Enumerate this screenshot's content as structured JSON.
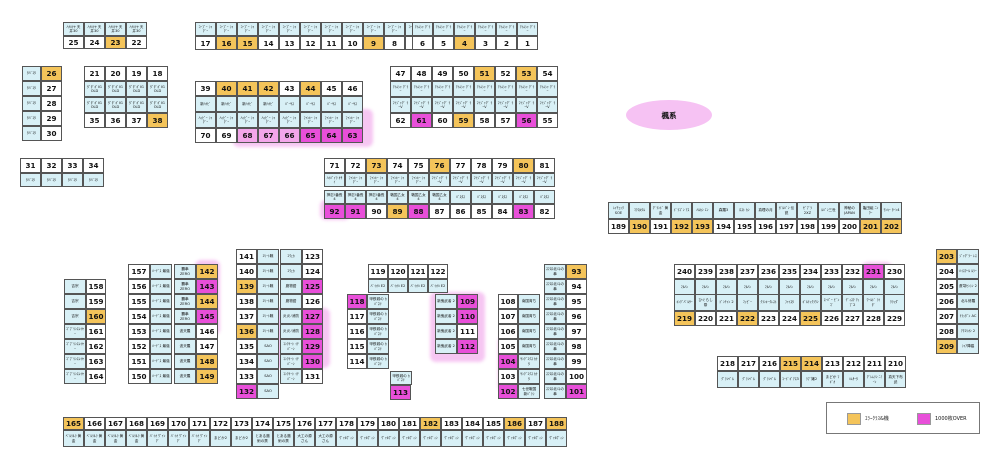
{
  "floor_label": "楓系",
  "colors": {
    "label_bg": "#d8f0f6",
    "yellow": "#f4c45a",
    "magenta": "#e84fd9",
    "light_magenta": "#f3a6ea"
  },
  "legend": [
    {
      "color": "yellow",
      "text": "ｴﾗｰｸﾗｽ&機"
    },
    {
      "color": "magenta",
      "text": "1000枚OVER"
    }
  ],
  "cells": {
    "25": {
      "l": "ﾊﾅﾊﾅﾔ 天井30"
    },
    "24": {
      "l": "ﾊﾅﾊﾅﾔ 天井30"
    },
    "23": {
      "l": "ﾊﾅﾊﾅﾔ 天井30",
      "c": "y"
    },
    "22": {
      "l": "ﾊﾅﾊﾅﾔ 天井30"
    },
    "17": {
      "l": "ｺｰﾌﾞｰ ｼｬｸﾞｰ"
    },
    "16": {
      "l": "ｺｰﾌﾞｰ ｼｬｸﾞｰ",
      "c": "y"
    },
    "15": {
      "l": "ｺｰﾌﾞｰ ｼｬｸﾞｰ",
      "c": "y"
    },
    "14": {
      "l": "ｺｰﾌﾞｰ ｼｬｸﾞｰ"
    },
    "13": {
      "l": "ｺｰﾌﾞｰ ｼｬｸﾞｰ"
    },
    "12": {
      "l": "ｺｰﾌﾞｰ ｼｬｸﾞｰ"
    },
    "11": {
      "l": "ｺｰﾌﾞｰ ｼｬｸﾞｰ"
    },
    "10": {
      "l": "ｺｰﾌﾞｰ ｼｬｸﾞｰ"
    },
    "9": {
      "l": "ｺｰﾌﾞｰ ｼｬｸﾞｰ",
      "c": "y"
    },
    "8": {
      "l": "ｺｰﾌﾞｰ ｼｬｸﾞｰ"
    },
    "7": {
      "l": "ｺｰﾌﾞｰ ｼｬｸﾞｰ"
    },
    "6": {
      "l": "ｱｲﾑｼｬ ｸﾞﾗｰ"
    },
    "5": {
      "l": "ｱｲﾑｼｬ ｸﾞﾗｰ"
    },
    "4": {
      "l": "ｱｲﾑｼｬ ｸﾞﾗｰ",
      "c": "y"
    },
    "3": {
      "l": "ｱｲﾑｼｬ ｸﾞﾗｰ"
    },
    "2": {
      "l": "ｱｲﾑｼｬ ｸﾞﾗｰ"
    },
    "1": {
      "l": "ｱｲﾑｼｬ ｸﾞﾗｰ"
    },
    "26": {
      "l": "ﾀﾊﾞｺﾀ",
      "c": "y"
    },
    "27": {
      "l": "ﾀﾊﾞｺﾀ"
    },
    "28": {
      "l": "ﾀﾊﾞｺﾀ"
    },
    "29": {
      "l": "ﾀﾊﾞｺﾀ"
    },
    "30": {
      "l": "ﾀﾊﾞｺﾀ"
    },
    "21": {
      "l": "ﾀﾞﾀﾞﾎﾞIG OLD"
    },
    "20": {
      "l": "ﾀﾞﾀﾞﾎﾞIG OLD"
    },
    "19": {
      "l": "ﾀﾞﾀﾞﾎﾞIG OLD"
    },
    "18": {
      "l": "ﾀﾞﾀﾞﾎﾞIG OLD"
    },
    "35": {
      "l": "ﾀﾞﾀﾞﾎﾞIG OLD"
    },
    "36": {
      "l": "ﾀﾞﾀﾞﾎﾞIG OLD"
    },
    "37": {
      "l": "ﾀﾞﾀﾞﾎﾞIG OLD"
    },
    "38": {
      "l": "ﾀﾞﾀﾞﾎﾞIG OLD",
      "c": "y"
    },
    "39": {
      "l": "新ﾊﾅﾋﾞ"
    },
    "40": {
      "l": "新ﾊﾅﾋﾞ",
      "c": "y"
    },
    "41": {
      "l": "新ﾊﾅﾋﾞ",
      "c": "y"
    },
    "42": {
      "l": "新ﾊﾅﾋﾞ",
      "c": "y"
    },
    "43": {
      "l": "ﾊﾞｰｻｽ"
    },
    "44": {
      "l": "ﾊﾞｰｻｽ",
      "c": "y"
    },
    "45": {
      "l": "ﾊﾞｰｻｽ"
    },
    "46": {
      "l": "ﾊﾞｰｻｽ"
    },
    "70": {
      "l": "ﾊｯﾋﾟｰ ｼｬｸﾞｰ"
    },
    "69": {
      "l": "ﾊｯﾋﾟｰ ｼｬｸﾞｰ"
    },
    "68": {
      "l": "ﾊｯﾋﾟｰ ｼｬｸﾞｰ",
      "c": "lp"
    },
    "67": {
      "l": "ﾊｯﾋﾟｰ ｼｬｸﾞｰ",
      "c": "lp"
    },
    "66": {
      "l": "ﾊｯﾋﾟｰ ｼｬｸﾞｰ",
      "c": "lp"
    },
    "65": {
      "l": "ﾌｧﾝｷｰ ｼｬｸﾞｰ",
      "c": "p"
    },
    "64": {
      "l": "ﾌｧﾝｷｰ ｼｬｸﾞｰ",
      "c": "p"
    },
    "63": {
      "l": "ﾌｧﾝｷｰ ｼｬｸﾞｰ",
      "c": "p"
    },
    "47": {
      "l": "ｱｲﾑｼｬ ｸﾞﾗｰ"
    },
    "48": {
      "l": "ｱｲﾑｼｬ ｸﾞﾗｰ"
    },
    "49": {
      "l": "ｱｲﾑｼｬ ｸﾞﾗｰ"
    },
    "50": {
      "l": "ｱｲﾑｼｬ ｸﾞﾗｰ"
    },
    "51": {
      "l": "ｱｲﾑｼｬ ｸﾞﾗｰ",
      "c": "y"
    },
    "52": {
      "l": "ｱｲﾑｼｬ ｸﾞﾗｰ"
    },
    "53": {
      "l": "ｱｲﾑｼｬ ｸﾞﾗｰ",
      "c": "y"
    },
    "54": {
      "l": "ｱｲﾑｼｬ ｸﾞﾗｰ"
    },
    "62": {
      "l": "ﾏｲｼﾞｬｸﾞ ﾗｰV"
    },
    "61": {
      "l": "ﾏｲｼﾞｬｸﾞ ﾗｰV",
      "c": "p"
    },
    "60": {
      "l": "ﾏｲｼﾞｬｸﾞ ﾗｰV"
    },
    "59": {
      "l": "ﾏｲｼﾞｬｸﾞ ﾗｰV",
      "c": "y"
    },
    "58": {
      "l": "ﾏｲｼﾞｬｸﾞ ﾗｰV"
    },
    "57": {
      "l": "ﾏｲｼﾞｬｸﾞ ﾗｰV"
    },
    "56": {
      "l": "ﾏｲｼﾞｬｸﾞ ﾗｰV",
      "c": "p"
    },
    "55": {
      "l": "ﾏｲｼﾞｬｸﾞ ﾗｰV"
    },
    "31": {
      "l": "ﾀﾊﾞｺﾀ"
    },
    "32": {
      "l": "ﾀﾊﾞｺﾀ"
    },
    "33": {
      "l": "ﾀﾊﾞｺﾀ"
    },
    "34": {
      "l": "ﾀﾊﾞｺﾀ"
    },
    "71": {
      "l": "ﾊｲﾊﾟｲﾗ ｵｻｲ"
    },
    "72": {
      "l": "ﾌｧﾝｷｰ ｼｬｸﾞｰ"
    },
    "73": {
      "l": "ﾌｧﾝｷｰ ｼｬｸﾞｰ",
      "c": "y"
    },
    "74": {
      "l": "ﾌｧﾝｷｰ ｼｬｸﾞｰ"
    },
    "75": {
      "l": "ﾌｧﾝｷｰ ｼｬｸﾞｰ"
    },
    "76": {
      "l": "ﾏｲｼﾞｬｸﾞ ﾗｰV",
      "c": "y"
    },
    "77": {
      "l": "ﾏｲｼﾞｬｸﾞ ﾗｰV"
    },
    "78": {
      "l": "ﾏｲｼﾞｬｸﾞ ﾗｰV"
    },
    "79": {
      "l": "ﾏｲｼﾞｬｸﾞ ﾗｰV"
    },
    "80": {
      "l": "ﾏｲｼﾞｬｸﾞ ﾗｰV",
      "c": "y"
    },
    "81": {
      "l": "ﾏｲｼﾞｬｸﾞ ﾗｰV"
    },
    "92": {
      "l": "押忍!番長 4",
      "c": "p"
    },
    "91": {
      "l": "押忍!番長 4",
      "c": "p"
    },
    "90": {
      "l": "押忍!番長 4"
    },
    "89": {
      "l": "戦国乙女 4",
      "c": "y"
    },
    "88": {
      "l": "戦国乙女 4",
      "c": "p"
    },
    "87": {
      "l": "戦国乙女 4"
    },
    "86": {
      "l": "ﾊﾞｽﾀｽ"
    },
    "85": {
      "l": "ﾊﾞｽﾀｽ"
    },
    "84": {
      "l": "ﾊﾞｽﾀｽ"
    },
    "83": {
      "l": "ﾊﾞｽﾀｽ",
      "c": "p"
    },
    "82": {
      "l": "ﾊﾞｽﾀｽ"
    },
    "189": {
      "l": "ﾚｲﾁｪｯｸ SOE"
    },
    "190": {
      "l": "ﾏｸﾛﾒﾀﾙ",
      "c": "y"
    },
    "191": {
      "l": "ｸﾞﾗﾝﾄﾞ 黄金"
    },
    "192": {
      "l": "ﾄﾞﾗｺﾞﾝ ｱｽ",
      "c": "y"
    },
    "193": {
      "l": "ﾊﾙｶﾝ ｴﾝ",
      "c": "y"
    },
    "194": {
      "l": "森羅3"
    },
    "195": {
      "l": "ﾛｽﾄ ｶﾝ"
    },
    "196": {
      "l": "真理の月"
    },
    "197": {
      "l": "ｶﾞﾙﾊﾟﾝ 伝説"
    },
    "198": {
      "l": "ｾﾞﾌﾞﾗ 2XZ"
    },
    "199": {
      "l": "ﾙﾊﾟﾝ三世"
    },
    "200": {
      "l": "神秘の JAPAN"
    },
    "201": {
      "l": "亀田組 ﾆﾝﾜｰ",
      "c": "y"
    },
    "202": {
      "l": "ﾓﾝｷｰ ﾀｰﾝ4",
      "c": "y"
    },
    "158": {
      "l": "吉宗"
    },
    "159": {
      "l": "吉宗"
    },
    "160": {
      "l": "吉宗",
      "c": "y"
    },
    "161": {
      "l": "ｺﾞﾌﾞﾘﾝｽﾚｲﾔｰ"
    },
    "162": {
      "l": "ｺﾞﾌﾞﾘﾝｽﾚｲﾔｰ"
    },
    "163": {
      "l": "ｺﾞﾌﾞﾘﾝｽﾚｲﾔｰ"
    },
    "164": {
      "l": "ｺﾞﾌﾞﾘﾝｽﾚｲﾔｰ"
    },
    "157": {
      "l": "ﾊｰﾃﾞｽ 最強"
    },
    "156": {
      "l": "ﾊｰﾃﾞｽ 最強"
    },
    "155": {
      "l": "ﾊｰﾃﾞｽ 最強"
    },
    "154": {
      "l": "ﾊｰﾃﾞｽ 最強"
    },
    "153": {
      "l": "ﾊｰﾃﾞｽ 最強"
    },
    "152": {
      "l": "ﾊｰﾃﾞｽ 最強"
    },
    "151": {
      "l": "ﾊｰﾃﾞｽ 最強"
    },
    "150": {
      "l": "ﾊｰﾃﾞｽ 最強"
    },
    "142": {
      "l": "覇拳 ZERO",
      "c": "y"
    },
    "143": {
      "l": "覇拳 ZERO",
      "c": "p"
    },
    "144": {
      "l": "覇拳 ZERO",
      "c": "y"
    },
    "145": {
      "l": "覇拳 ZERO",
      "c": "p"
    },
    "146": {
      "l": "波天羅"
    },
    "147": {
      "l": "波天羅"
    },
    "148": {
      "l": "波天羅",
      "c": "y"
    },
    "149": {
      "l": "波天羅",
      "c": "y"
    },
    "141": {
      "l": "ｴﾘｰﾄ戦"
    },
    "140": {
      "l": "ｴﾘｰﾄ戦"
    },
    "139": {
      "l": "ｴﾘｰﾄ戦",
      "c": "y"
    },
    "138": {
      "l": "ｴﾘｰﾄ戦"
    },
    "137": {
      "l": "ｴﾘｰﾄ戦"
    },
    "136": {
      "l": "ｴﾘｰﾄ戦",
      "c": "y"
    },
    "135": {
      "l": "SAO"
    },
    "134": {
      "l": "SAO"
    },
    "133": {
      "l": "SAO"
    },
    "132": {
      "l": "SAO",
      "c": "p"
    },
    "123": {
      "l": "ｴｳｪｶ"
    },
    "124": {
      "l": "ｴｳｪｶ"
    },
    "125": {
      "l": "魔物語",
      "c": "p"
    },
    "126": {
      "l": "魔物語"
    },
    "127": {
      "l": "炎炎ﾉ消防",
      "c": "p"
    },
    "128": {
      "l": "炎炎ﾉ消防",
      "c": "p"
    },
    "129": {
      "l": "ｺﾝｸﾘｰﾄ ｲﾁﾊﾞｰﾝ",
      "c": "p"
    },
    "130": {
      "l": "ｺﾝｸﾘｰﾄ ｲﾁﾊﾞｰﾝ",
      "c": "p"
    },
    "131": {
      "l": "ｺﾝｸﾘｰﾄ ｲﾁﾊﾞｰﾝ"
    },
    "119": {
      "l": "ﾊﾞｲｵﾊ E2"
    },
    "120": {
      "l": "ﾊﾞｲｵﾊ E2"
    },
    "121": {
      "l": "ﾊﾞｲｵﾊ E2"
    },
    "122": {
      "l": "ﾊﾞｲｵﾊ E2"
    },
    "118": {
      "l": "甲鉄城の ｶﾊﾞﾈﾘ",
      "c": "p"
    },
    "117": {
      "l": "甲鉄城の ｶﾊﾞﾈﾘ"
    },
    "116": {
      "l": "甲鉄城の ｶﾊﾞﾈﾘ"
    },
    "115": {
      "l": "甲鉄城の ｶﾊﾞﾈﾘ"
    },
    "114": {
      "l": "甲鉄城の ｶﾊﾞﾈﾘ"
    },
    "113": {
      "l": "甲鉄城の ｶﾊﾞﾈﾘ",
      "c": "p"
    },
    "109": {
      "l": "新鬼武者 2",
      "c": "p"
    },
    "110": {
      "l": "新鬼武者 2",
      "c": "p"
    },
    "111": {
      "l": "新鬼武者 2"
    },
    "112": {
      "l": "新鬼武者 2",
      "c": "p"
    },
    "108": {
      "l": "南国育ち"
    },
    "107": {
      "l": "南国育ち"
    },
    "106": {
      "l": "南国育ち"
    },
    "105": {
      "l": "南国育ち"
    },
    "104": {
      "l": "ｻﾝｸﾞｴｸｽ ｶﾅﾀ",
      "c": "p"
    },
    "103": {
      "l": "ｻﾝｸﾞｴｸｽ ｶﾅﾀ"
    },
    "102": {
      "l": "七世戦国 新ﾊﾞﾗｼ",
      "c": "p"
    },
    "93": {
      "l": "ｽﾏｽﾛ北斗の拳",
      "c": "y"
    },
    "94": {
      "l": "ｽﾏｽﾛ北斗の拳"
    },
    "95": {
      "l": "ｽﾏｽﾛ北斗の拳"
    },
    "96": {
      "l": "ｽﾏｽﾛ北斗の拳"
    },
    "97": {
      "l": "ｽﾏｽﾛ北斗の拳"
    },
    "98": {
      "l": "ｽﾏｽﾛ北斗の拳"
    },
    "99": {
      "l": "ｽﾏｽﾛ北斗の拳"
    },
    "100": {
      "l": "ｽﾏｽﾛ北斗の拳"
    },
    "101": {
      "l": "ｽﾏｽﾛ北斗の拳",
      "c": "p"
    },
    "240": {
      "l": "ﾏﾙﾊﾝ"
    },
    "239": {
      "l": "ﾏﾙﾊﾝ"
    },
    "238": {
      "l": "ﾏﾙﾊﾝ"
    },
    "237": {
      "l": "ﾏﾙﾊﾝ"
    },
    "236": {
      "l": "ﾏﾙﾊﾝ"
    },
    "235": {
      "l": "ﾏﾙﾊﾝ"
    },
    "234": {
      "l": "ﾏﾙﾊﾝ"
    },
    "233": {
      "l": "ﾏﾙﾊﾝ"
    },
    "232": {
      "l": "ﾏﾙﾊﾝ"
    },
    "231": {
      "l": "ﾏﾙﾊﾝ",
      "c": "p"
    },
    "230": {
      "l": "ﾏﾙﾊﾝ"
    },
    "219": {
      "l": "ｷﾝｸﾞﾊﾟﾙｻｰ",
      "c": "y"
    },
    "220": {
      "l": "ひぐらし祭"
    },
    "221": {
      "l": "ﾄﾞﾝﾁｬﾝ 2"
    },
    "222": {
      "l": "ﾏｯﾋﾟｰ",
      "c": "y"
    },
    "223": {
      "l": "ｸﾗﾝｷｰｸﾚｽﾄ"
    },
    "224": {
      "l": "ﾌｧｲｽﾀ"
    },
    "225": {
      "l": "ｷﾞﾙﾃｨｸﾗｳﾝ",
      "c": "y"
    },
    "226": {
      "l": "ｽｰﾊﾟｰ ﾋﾞﾝｺﾞ"
    },
    "227": {
      "l": "ﾃﾞｨｽｸ ｱｯﾌﾟ2"
    },
    "228": {
      "l": "ﾜｰﾙﾄﾞ ﾗｲﾀﾞ"
    },
    "229": {
      "l": "ｸﾗｯﾀﾞ"
    },
    "218": {
      "l": "ｸﾞﾗﾝﾍﾞﾙ"
    },
    "217": {
      "l": "ｸﾞﾗﾝﾍﾞﾙ"
    },
    "216": {
      "l": "ｸﾞﾗﾝﾍﾞﾙ"
    },
    "215": {
      "l": "ｺｰﾄﾞｷﾞｱｽ3",
      "c": "y"
    },
    "214": {
      "l": "ﾗﾌﾞ嬢2",
      "c": "y"
    },
    "213": {
      "l": "まどか ﾏｷﾞｶ"
    },
    "212": {
      "l": "ﾊﾑｻｰﾀ"
    },
    "211": {
      "l": "ｸﾞﾚﾑﾘﾝ ﾆﾐｰﾝ"
    },
    "210": {
      "l": "真天下布武"
    },
    "203": {
      "l": "ｼﾞｬｸﾞﾗｰ ﾚｽ",
      "c": "y"
    },
    "204": {
      "l": "ﾊｲｽｸｰﾙ ﾙﾗｰ"
    },
    "205": {
      "l": "蒼穹ｾﾝｼﾝ 2"
    },
    "206": {
      "l": "北斗修羅"
    },
    "207": {
      "l": "ﾘﾗｯﾀﾞﾝ AC"
    },
    "208": {
      "l": "ｱｸｴﾘｵﾝ 2"
    },
    "209": {
      "l": "ｼｬｱ降臨",
      "c": "y"
    },
    "165": {
      "l": "ﾍﾞﾙﾘﾙﾗ 黄金",
      "c": "y"
    },
    "166": {
      "l": "ﾍﾞﾙﾘﾙﾗ 黄金"
    },
    "167": {
      "l": "ﾍﾞﾙﾘﾙﾗ 黄金"
    },
    "168": {
      "l": "ﾍﾞﾙﾘﾙﾗ 黄金"
    },
    "169": {
      "l": "ﾊﾞｲｵ ｳﾞｧﾝｸﾞ"
    },
    "170": {
      "l": "ﾊﾞｲｵ ｳﾞｧﾝｸﾞ"
    },
    "171": {
      "l": "ﾊﾞｲｵ ｳﾞｧﾝｸﾞ"
    },
    "172": {
      "l": "まどか2"
    },
    "173": {
      "l": "まどか2"
    },
    "174": {
      "l": "とある魔術の禁"
    },
    "175": {
      "l": "とある魔術の禁"
    },
    "176": {
      "l": "大工の源さん"
    },
    "177": {
      "l": "大工の源さん"
    },
    "178": {
      "l": "ｳﾞｧﾙｳﾞｨﾝ"
    },
    "179": {
      "l": "ｳﾞｧﾙｳﾞｨﾝ"
    },
    "180": {
      "l": "ｳﾞｧﾙｳﾞｨﾝ"
    },
    "181": {
      "l": "ｳﾞｧﾙｳﾞｨﾝ"
    },
    "182": {
      "l": "ｳﾞｧﾙｳﾞｨﾝ",
      "c": "y"
    },
    "183": {
      "l": "ｳﾞｧﾙｳﾞｨﾝ"
    },
    "184": {
      "l": "ｳﾞｧﾙｳﾞｨﾝ"
    },
    "185": {
      "l": "ｳﾞｧﾙｳﾞｨﾝ"
    },
    "186": {
      "l": "ｳﾞｧﾙｳﾞｨﾝ",
      "c": "y"
    },
    "187": {
      "l": "ｳﾞｧﾙｳﾞｨﾝ"
    },
    "188": {
      "l": "ｳﾞｧﾙｳﾞｨﾝ",
      "c": "y"
    }
  }
}
